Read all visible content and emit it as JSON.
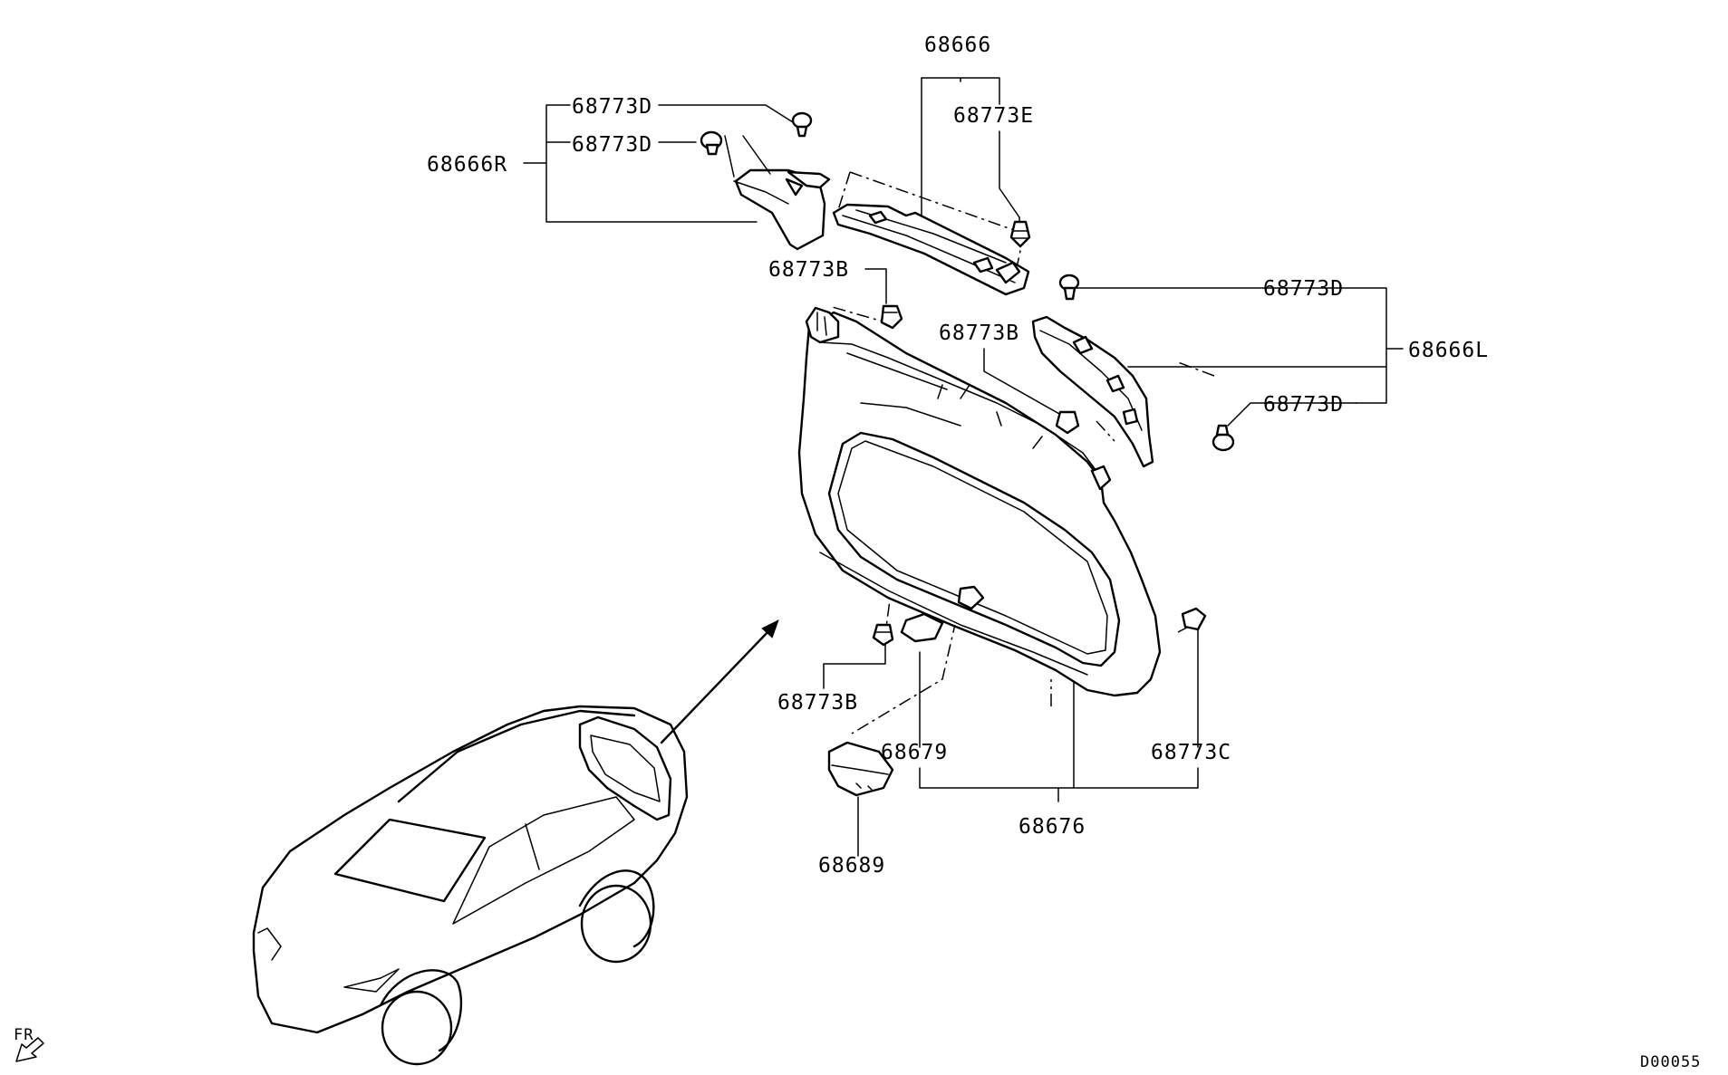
{
  "labels": {
    "p68666": "68666",
    "p68773E": "68773E",
    "p68773D_top1": "68773D",
    "p68773D_top2": "68773D",
    "p68666R": "68666R",
    "p68773B_upper": "68773B",
    "p68773B_mid": "68773B",
    "p68773D_right1": "68773D",
    "p68666L": "68666L",
    "p68773D_right2": "68773D",
    "p68773B_lower": "68773B",
    "p68679": "68679",
    "p68773C": "68773C",
    "p68676": "68676",
    "p68689": "68689",
    "fr": "FR",
    "code": "D00055"
  }
}
